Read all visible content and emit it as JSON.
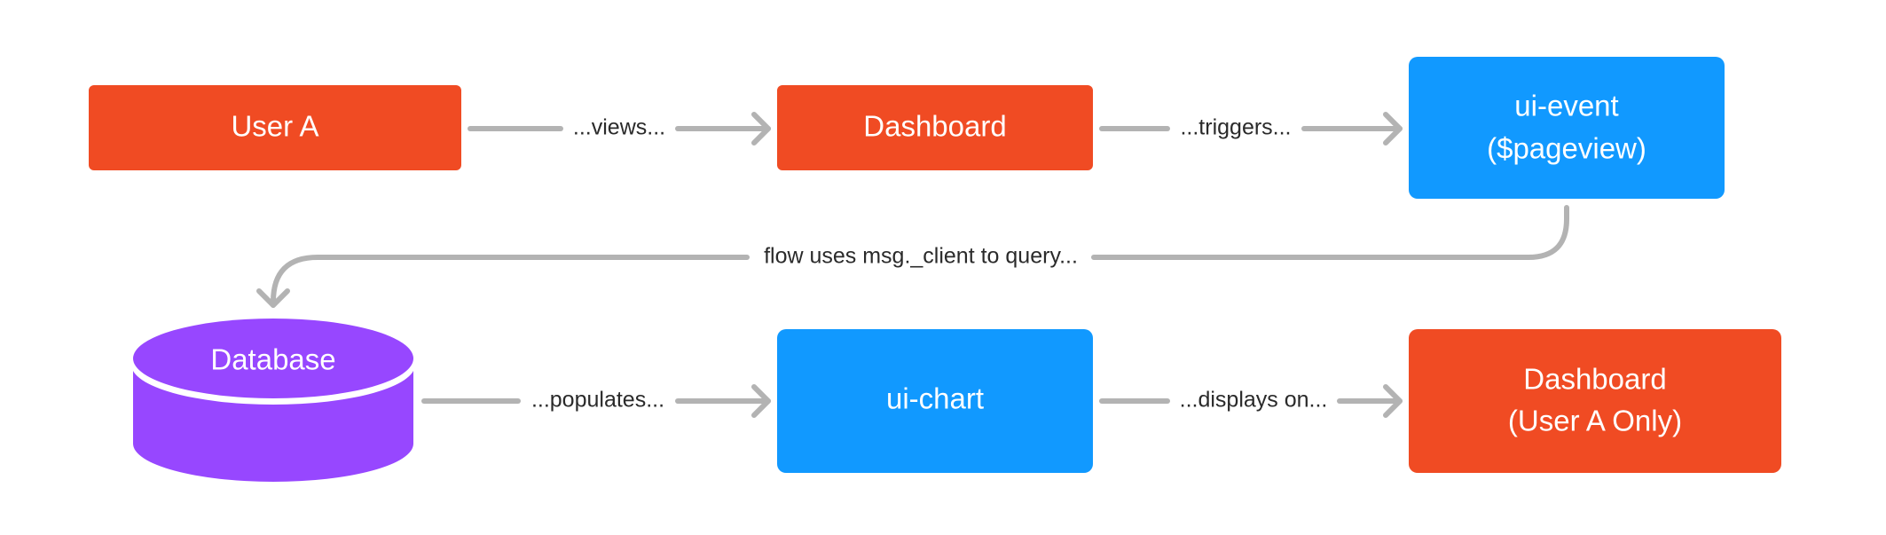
{
  "colors": {
    "orange": "#f04b23",
    "blue": "#1199ff",
    "purple": "#9747ff",
    "connector": "#b3b3b3",
    "label_text": "#2a2a2a"
  },
  "nodes": {
    "user_a": {
      "label": "User A"
    },
    "dashboard": {
      "label": "Dashboard"
    },
    "ui_event": {
      "line1": "ui-event",
      "line2": "($pageview)"
    },
    "database": {
      "label": "Database"
    },
    "ui_chart": {
      "label": "ui-chart"
    },
    "dashboard_user_a": {
      "line1": "Dashboard",
      "line2": "(User A Only)"
    }
  },
  "edges": {
    "views": "...views...",
    "triggers": "...triggers...",
    "flow_query": "flow uses msg._client to query...",
    "populates": "...populates...",
    "displays_on": "...displays on..."
  }
}
